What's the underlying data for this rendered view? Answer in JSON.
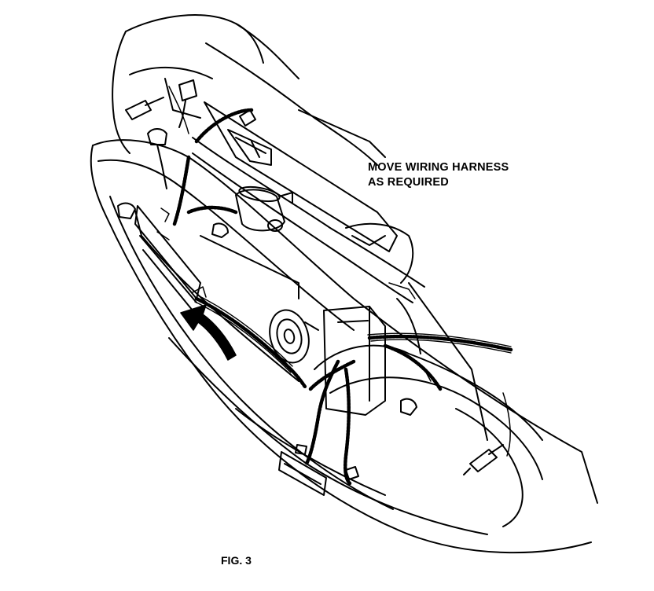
{
  "callout": {
    "line1": "MOVE WIRING HARNESS",
    "line2": "AS REQUIRED"
  },
  "figure_label": "FIG. 3",
  "colors": {
    "ink": "#000000",
    "paper": "#ffffff"
  },
  "parts": [
    "front-bumper-fascia",
    "wheel-well-liner",
    "hood-latch-support",
    "radiator-support",
    "wiring-harness",
    "horn",
    "relay-canister",
    "electrical-connector",
    "bulb-socket",
    "direction-arrow"
  ]
}
